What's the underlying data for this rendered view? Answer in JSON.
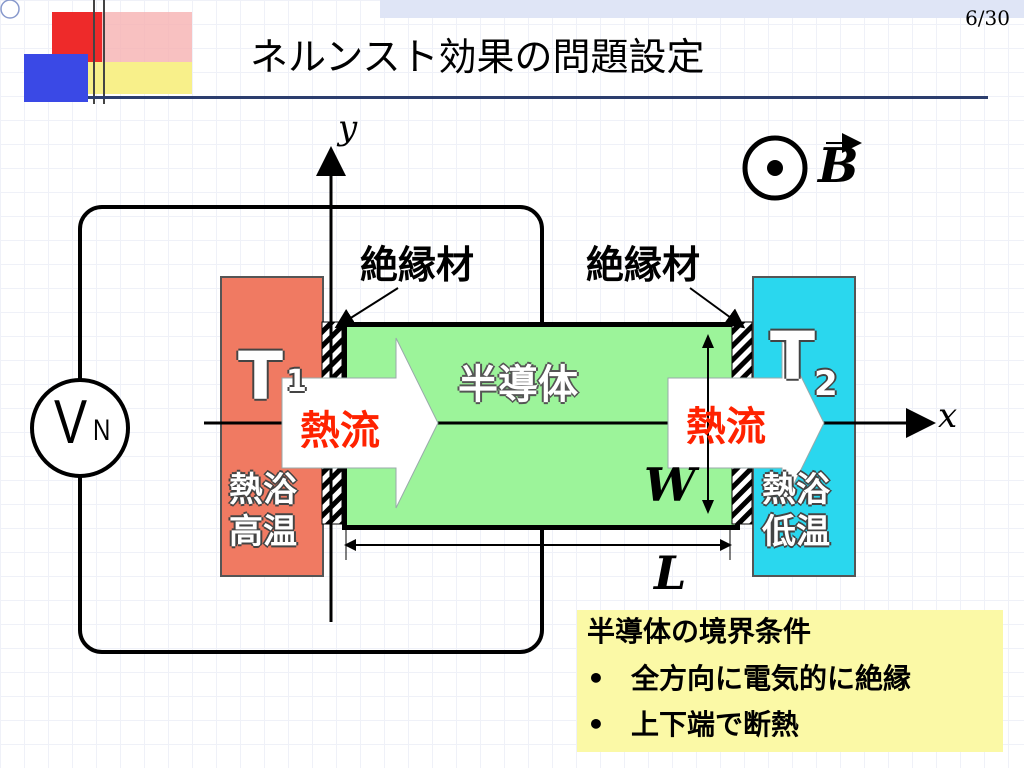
{
  "slide": {
    "number": "6/30",
    "title": "ネルンスト効果の問題設定"
  },
  "colors": {
    "hot_bath": "#f07a62",
    "cold_bath": "#2ad7ee",
    "semiconductor": "#9cf49a",
    "heat_flow_text": "#ff2200",
    "info_box": "#fbf9a6",
    "title_rule": "#2c3e6e"
  },
  "diagram": {
    "axes": {
      "x": "x",
      "y": "y"
    },
    "magnetic_field": "B",
    "voltmeter": {
      "main": "V",
      "sub": "N"
    },
    "insulator_left": "絶縁材",
    "insulator_right": "絶縁材",
    "hot_bath": {
      "symbol": "T",
      "subscript": "1",
      "line1": "熱浴",
      "line2": "高温"
    },
    "cold_bath": {
      "symbol": "T",
      "subscript": "2",
      "line1": "熱浴",
      "line2": "低温"
    },
    "semiconductor": "半導体",
    "heat_flow_left": "熱流",
    "heat_flow_right": "熱流",
    "width_label": "W",
    "length_label": "L"
  },
  "boundary_conditions": {
    "title": "半導体の境界条件",
    "items": [
      "全方向に電気的に絶縁",
      "上下端で断熱"
    ],
    "bullet": "•"
  }
}
